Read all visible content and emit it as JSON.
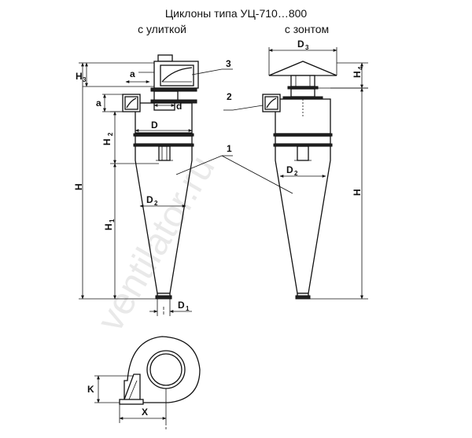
{
  "title": "Циклоны типа УЦ-710…800",
  "views": {
    "left": "с улиткой",
    "right": "с зонтом"
  },
  "callouts": [
    "1",
    "2",
    "3"
  ],
  "dimensions": {
    "H": "H",
    "H1": "H",
    "H1_sub": "1",
    "H2": "H",
    "H2_sub": "2",
    "H3": "H",
    "H3_sub": "3",
    "H4": "H",
    "H4_sub": "4",
    "a_top": "a",
    "a_side": "a",
    "d": "d",
    "D": "D",
    "D1": "D",
    "D1_sub": "1",
    "D2_left": "D",
    "D2_right": "D",
    "D2_sub": "2",
    "D3": "D",
    "D3_sub": "3",
    "K": "K",
    "X": "X"
  },
  "watermark": "ventilator.ru",
  "icons": {
    "scroll": "volute-scroll-icon",
    "umbrella": "umbrella-cap-icon"
  }
}
